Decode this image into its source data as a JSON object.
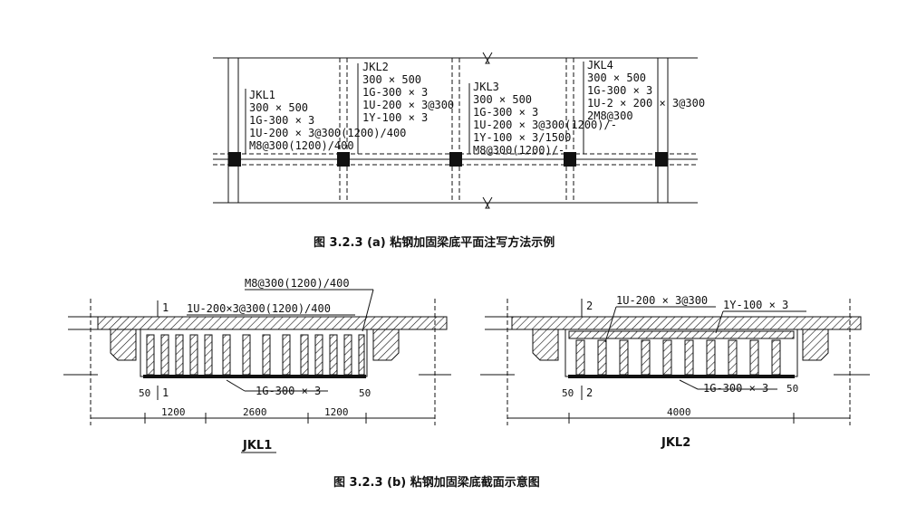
{
  "plan": {
    "jkl1": [
      "JKL1",
      "300 × 500",
      "1G-300 × 3",
      "1U-200 × 3@300(1200)/400",
      "M8@300(1200)/400"
    ],
    "jkl2": [
      "JKL2",
      "300 × 500",
      "1G-300 × 3",
      "1U-200 × 3@300",
      "1Y-100 × 3"
    ],
    "jkl3": [
      "JKL3",
      "300 × 500",
      "1G-300 × 3",
      "1U-200 × 3@300(1200)/-",
      "1Y-100 × 3/1500",
      "M8@300(1200)/-"
    ],
    "jkl4": [
      "JKL4",
      "300 × 500",
      "1G-300 × 3",
      "1U-2 × 200 × 3@300",
      "2M8@300"
    ]
  },
  "caption_a": "图 3.2.3 (a) 粘钢加固梁底平面注写方法示例",
  "caption_b": "图 3.2.3 (b) 粘钢加固梁底截面示意图",
  "sec1": {
    "name": "JKL1",
    "m8": "M8@300(1200)/400",
    "u": "1U-200×3@300(1200)/400",
    "g": "1G-300 × 3",
    "cut_top": "1",
    "cut_bot": "1",
    "d_left": "50",
    "d_right": "50",
    "spans": [
      "1200",
      "2600",
      "1200"
    ]
  },
  "sec2": {
    "name": "JKL2",
    "u": "1U-200 × 3@300",
    "y": "1Y-100 × 3",
    "g": "1G-300 × 3",
    "cut_top": "2",
    "cut_bot": "2",
    "d_left": "50",
    "d_right": "50",
    "span": "4000"
  }
}
